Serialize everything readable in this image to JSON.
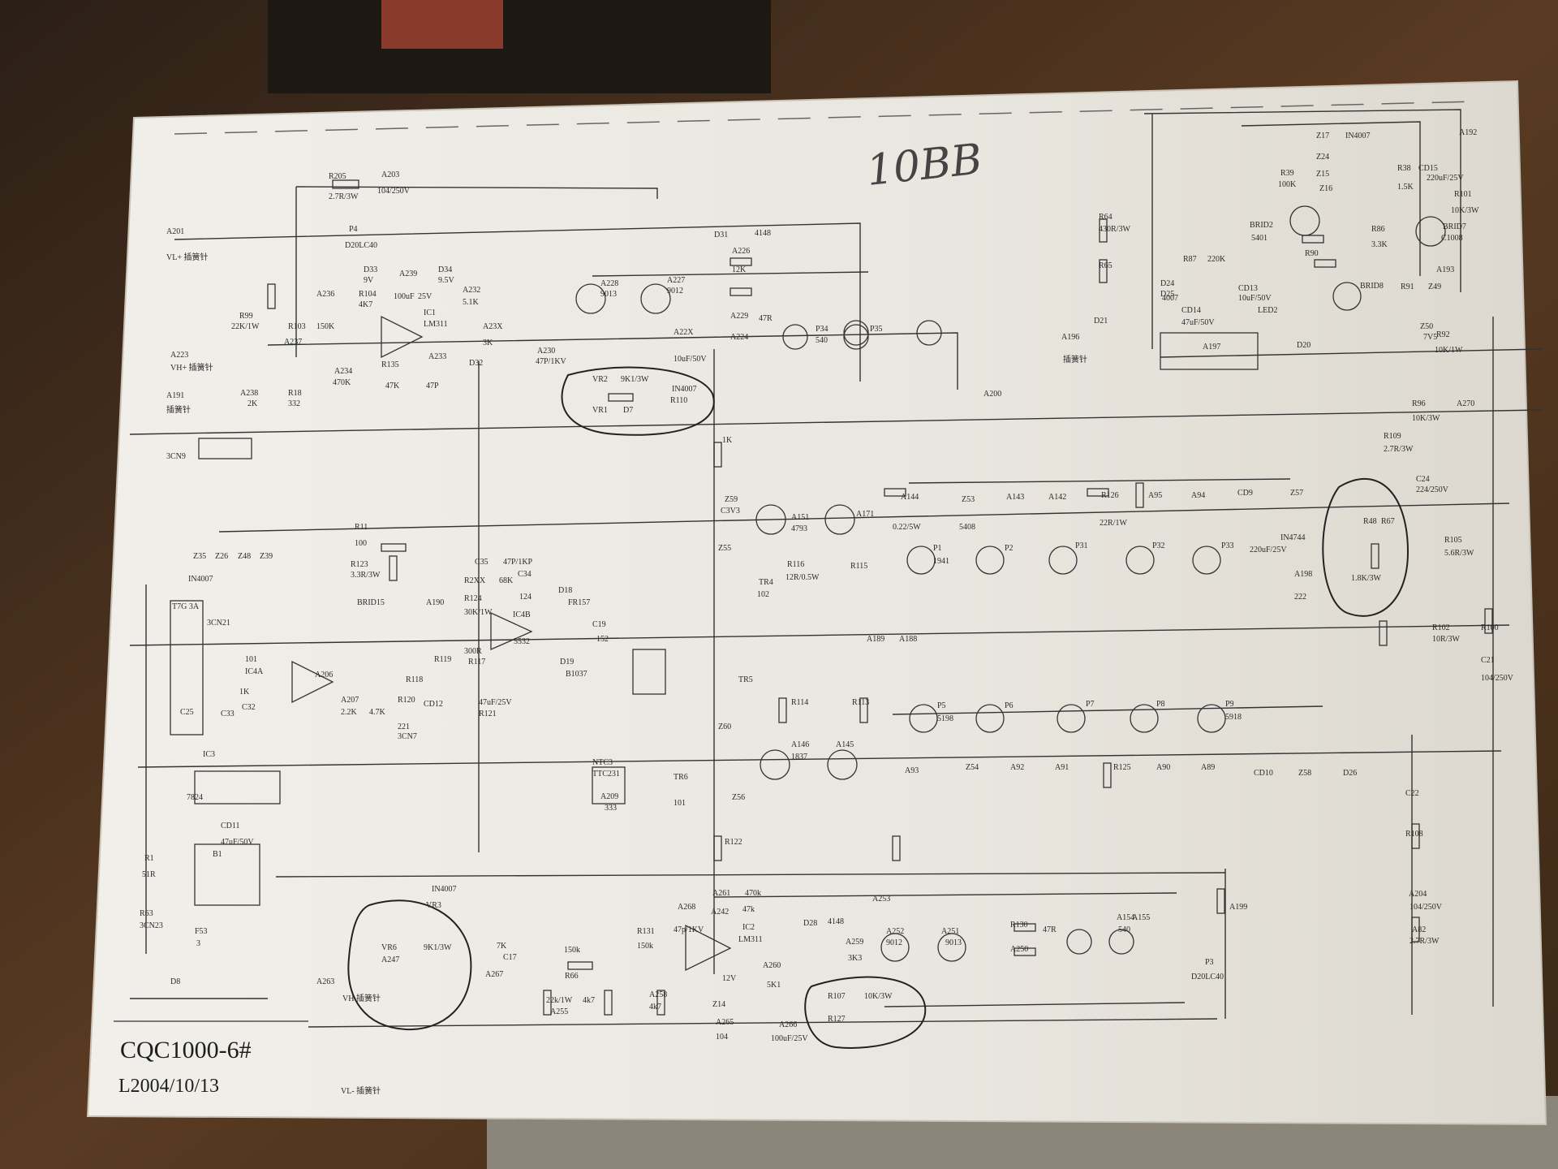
{
  "sheet": {
    "title": "CQC1000-6#",
    "date": "L2004/10/13",
    "handwritten_note": "10BB"
  },
  "connectors": {
    "vl_plus": "VL+ 插簧针",
    "vh_plus": "VH+ 插簧针",
    "insert_pin": "插簧针",
    "vh_bottom": "VH 插簧针",
    "vl_minus": "VL- 插簧针"
  },
  "top_left_labels": [
    "R205",
    "2.7R/3W",
    "A203",
    "104/250V",
    "A201",
    "P4",
    "D20LC40",
    "D33",
    "9V",
    "A239",
    "D34",
    "9.5V",
    "R104",
    "4K7",
    "IC1",
    "LM311",
    "A236",
    "100uF",
    "25V",
    "A232",
    "5.1K",
    "R99",
    "22K/1W",
    "R103",
    "150K",
    "A237",
    "A234",
    "470K",
    "R135",
    "47K",
    "A233",
    "47P",
    "A223",
    "A191",
    "A238",
    "2K",
    "R18",
    "332"
  ],
  "top_mid_labels": [
    "A228",
    "9013",
    "A227",
    "9012",
    "D31",
    "4148",
    "A226",
    "12K",
    "A229",
    "47R",
    "A224",
    "P34",
    "540",
    "P35",
    "A22X",
    "10uF/50V",
    "A23X",
    "3K",
    "D32",
    "A230",
    "47P/1KV",
    "VR2",
    "9K1/3W",
    "VR1",
    "D7",
    "IN4007",
    "R110",
    "1K"
  ],
  "top_right_labels": [
    "A192",
    "Z17",
    "IN4007",
    "Z24",
    "Z15",
    "Z16",
    "R39",
    "100K",
    "R38",
    "1.5K",
    "CD15",
    "220uF/25V",
    "R101",
    "10K/3W",
    "BRID2",
    "5401",
    "R86",
    "3.3K",
    "BRID7",
    "C1008",
    "R64",
    "430R/3W",
    "R65",
    "R87",
    "220K",
    "R90",
    "D24",
    "4007",
    "CD13",
    "10uF/50V",
    "CD14",
    "47uF/50V",
    "BRID8",
    "R91",
    "Z49",
    "A193",
    "D25",
    "LED2",
    "Z50",
    "7V5",
    "R92",
    "10K/1W",
    "A196",
    "D21",
    "A197",
    "D20",
    "A200",
    "R96",
    "10K/3W",
    "A270",
    "R109",
    "2.7R/3W",
    "C24",
    "224/250V"
  ],
  "mid_left_labels": [
    "3CN9",
    "Z35",
    "Z26",
    "Z48",
    "Z39",
    "IN4007",
    "R11",
    "100",
    "R123",
    "3.3R/3W",
    "BRID15",
    "T7G 3A",
    "3CN21",
    "C35",
    "47P/1KP",
    "R2XX",
    "68K",
    "C34",
    "124",
    "A190",
    "R124",
    "30K/1W",
    "IC4B",
    "5532",
    "D18",
    "FR157",
    "C19",
    "152",
    "D19",
    "B1037",
    "C25",
    "101",
    "IC4A",
    "A206",
    "A207",
    "2.2K",
    "4.7K",
    "R120",
    "R118",
    "R119",
    "300R",
    "R117",
    "CD12",
    "47uF/25V",
    "R121",
    "1K",
    "C32",
    "C33",
    "221",
    "3CN7"
  ],
  "mid_right_labels": [
    "Z59",
    "C3V3",
    "A151",
    "4793",
    "A171",
    "Z55",
    "R116",
    "12R/0.5W",
    "TR4",
    "102",
    "R115",
    "A144",
    "0.22/5W",
    "Z53",
    "5408",
    "A143",
    "A142",
    "R126",
    "22R/1W",
    "A95",
    "A94",
    "CD9",
    "220uF/25V",
    "Z57",
    "IN4744",
    "P1",
    "1941",
    "P2",
    "P31",
    "P32",
    "P33",
    "R48",
    "R67",
    "1.8K/3W",
    "R105",
    "5.6R/3W",
    "A198",
    "222",
    "A189",
    "A188",
    "R102",
    "10R/3W",
    "R100",
    "C21",
    "104/250V"
  ],
  "lower_mid_labels": [
    "NTC3",
    "TTC231",
    "TR5",
    "R114",
    "R113",
    "Z60",
    "A146",
    "1837",
    "A145",
    "P5",
    "5198",
    "P6",
    "P7",
    "P8",
    "P9",
    "5918",
    "A209",
    "333",
    "TR6",
    "101",
    "Z56",
    "A93",
    "Z54",
    "A92",
    "A91",
    "R125",
    "A90",
    "A89",
    "CD10",
    "Z58",
    "D26",
    "C22",
    "R108",
    "R122"
  ],
  "lower_left_labels": [
    "IC3",
    "7824",
    "CD11",
    "47uF/50V",
    "B1",
    "R1",
    "51R",
    "R63",
    "3CN23",
    "F53",
    "3",
    "D8",
    "IN4007",
    "VR3",
    "VR6",
    "9K1/3W",
    "A247",
    "A263",
    "7K",
    "C17",
    "A267",
    "150k",
    "R66",
    "22k/1W",
    "A255",
    "4k7"
  ],
  "lower_right_labels": [
    "A261",
    "470k",
    "A268",
    "A242",
    "47k",
    "IC2",
    "LM311",
    "R131",
    "150k",
    "47p/1KV",
    "A258",
    "4k7",
    "Z14",
    "12V",
    "A260",
    "5K1",
    "A265",
    "104",
    "A266",
    "100uF/25V",
    "D28",
    "4148",
    "A259",
    "3K3",
    "A253",
    "A252",
    "9012",
    "A251",
    "9013",
    "R130",
    "47R",
    "A250",
    "A154",
    "540",
    "A155",
    "R107",
    "10K/3W",
    "R127",
    "A199",
    "P3",
    "D20LC40",
    "A204",
    "104/250V",
    "A82",
    "2.7R/3W"
  ],
  "colors": {
    "paper": "#ece9e2",
    "ink": "#2e2e2e",
    "background_wood": "#4a3320",
    "pen": "#222222"
  }
}
